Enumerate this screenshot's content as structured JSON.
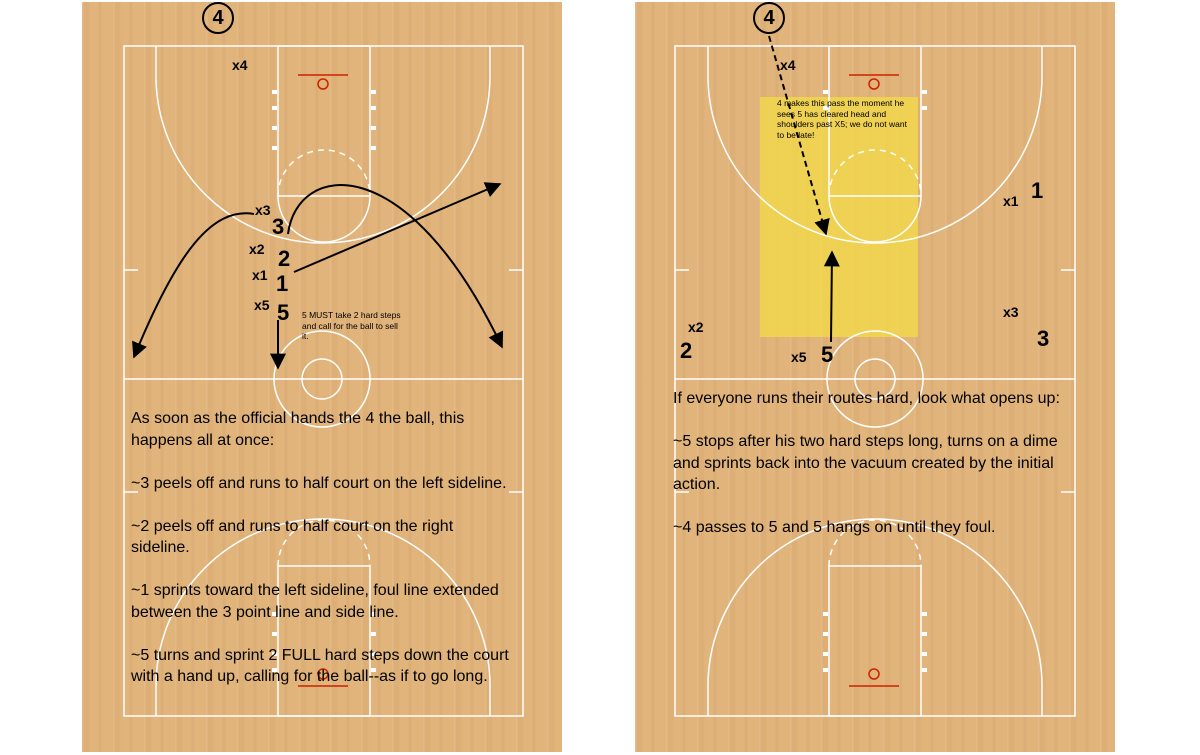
{
  "left_panel": {
    "inbounder": "4",
    "defenders": {
      "x4": "x4",
      "x3": "x3",
      "x2": "x2",
      "x1": "x1",
      "x5": "x5"
    },
    "players": {
      "p3": "3",
      "p2": "2",
      "p1": "1",
      "p5": "5"
    },
    "callout": "5 MUST take 2 hard steps and call for the ball to sell it.",
    "instructions": [
      "As soon as the official hands the 4 the ball, this happens all at once:",
      "~3 peels off and runs to half court on the left sideline.",
      "~2 peels off and runs to half court on the right sideline.",
      "~1 sprints toward the left sideline, foul line extended between the 3 point line and side line.",
      "~5 turns and sprint 2 FULL hard steps down the court with a hand up, calling for the ball--as if to go long."
    ]
  },
  "right_panel": {
    "inbounder": "4",
    "defenders": {
      "x4": "x4",
      "x1": "x1",
      "x2": "x2",
      "x3": "x3",
      "x5": "x5"
    },
    "players": {
      "p1": "1",
      "p2": "2",
      "p3": "3",
      "p5": "5"
    },
    "callout": "4 makes this pass the moment he sees 5 has cleared head and shoulders past X5; we do not want to be late!",
    "instructions": [
      "If everyone runs their routes hard, look what opens up:",
      "~5 stops after his two hard steps long, turns on a dime and sprints back into the vacuum created by the initial action.",
      "~4 passes to 5 and 5 hangs on until they foul."
    ]
  },
  "colors": {
    "floor": "#e1b47c",
    "lines": "#ffffff",
    "rim": "#cc2200",
    "highlight": "#f2d84a"
  }
}
